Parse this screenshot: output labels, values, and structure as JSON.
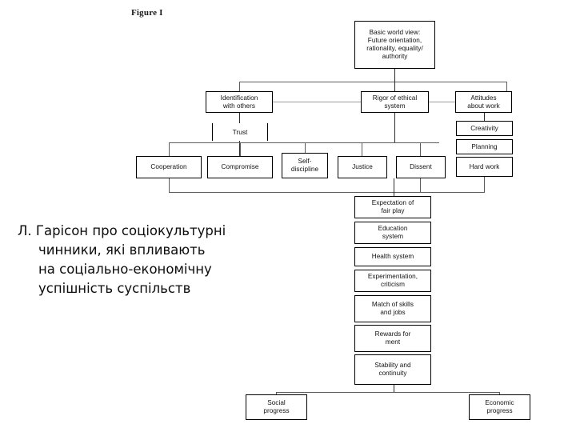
{
  "figure": {
    "title": "Figure I"
  },
  "caption": {
    "line1": "Л. Гарісон про соціокультурні",
    "line2": "чинники, які впливають",
    "line3": "на соціально-економічну",
    "line4": "успішність суспільств"
  },
  "diagram": {
    "root": {
      "label": "Basic world view:\nFuture orientation,\nrationality, equality/\nauthority"
    },
    "tier2": [
      {
        "label": "Identification\nwith others"
      },
      {
        "label": "Rigor of ethical\nsystem"
      },
      {
        "label": "Attitudes\nabout work"
      }
    ],
    "trust": {
      "label": "Trust"
    },
    "work_attributes": [
      {
        "label": "Creativity"
      },
      {
        "label": "Planning"
      },
      {
        "label": "Hard work"
      }
    ],
    "tier3": [
      {
        "label": "Cooperation"
      },
      {
        "label": "Compromise"
      },
      {
        "label": "Self-\ndiscipline"
      },
      {
        "label": "Justice"
      },
      {
        "label": "Dissent"
      }
    ],
    "institutions": [
      {
        "label": "Expectation of\nfair play"
      },
      {
        "label": "Education\nsystem"
      },
      {
        "label": "Health system"
      },
      {
        "label": "Experimentation,\ncriticism"
      },
      {
        "label": "Match of skills\nand jobs"
      },
      {
        "label": "Rewards for\nment"
      },
      {
        "label": "Stability and\ncontinuity"
      }
    ],
    "outcomes": [
      {
        "label": "Social\nprogress"
      },
      {
        "label": "Economic\nprogress"
      }
    ],
    "colors": {
      "box_border": "#000000",
      "connector": "#5d5d5d",
      "text": "#111111",
      "background": "#ffffff"
    }
  }
}
